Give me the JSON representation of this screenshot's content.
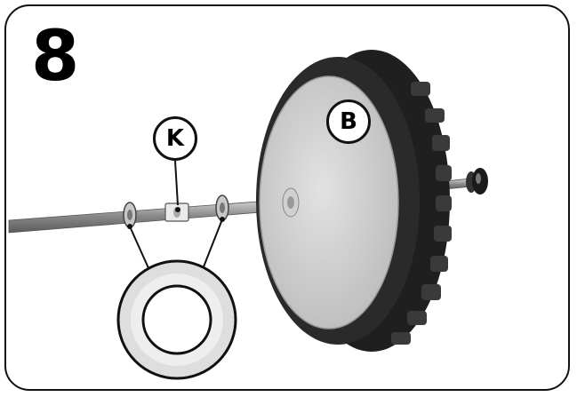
{
  "step": {
    "number": "8"
  },
  "callouts": {
    "axle_part": "K",
    "wheel": "B"
  },
  "colors": {
    "border": "#111111",
    "tire": "#1f1f1f",
    "hub": "#cfcfcf",
    "axle": "#8a8a8a",
    "washer": "#d9d9d9"
  },
  "icons": {
    "washer_detail": "washer-icon"
  }
}
